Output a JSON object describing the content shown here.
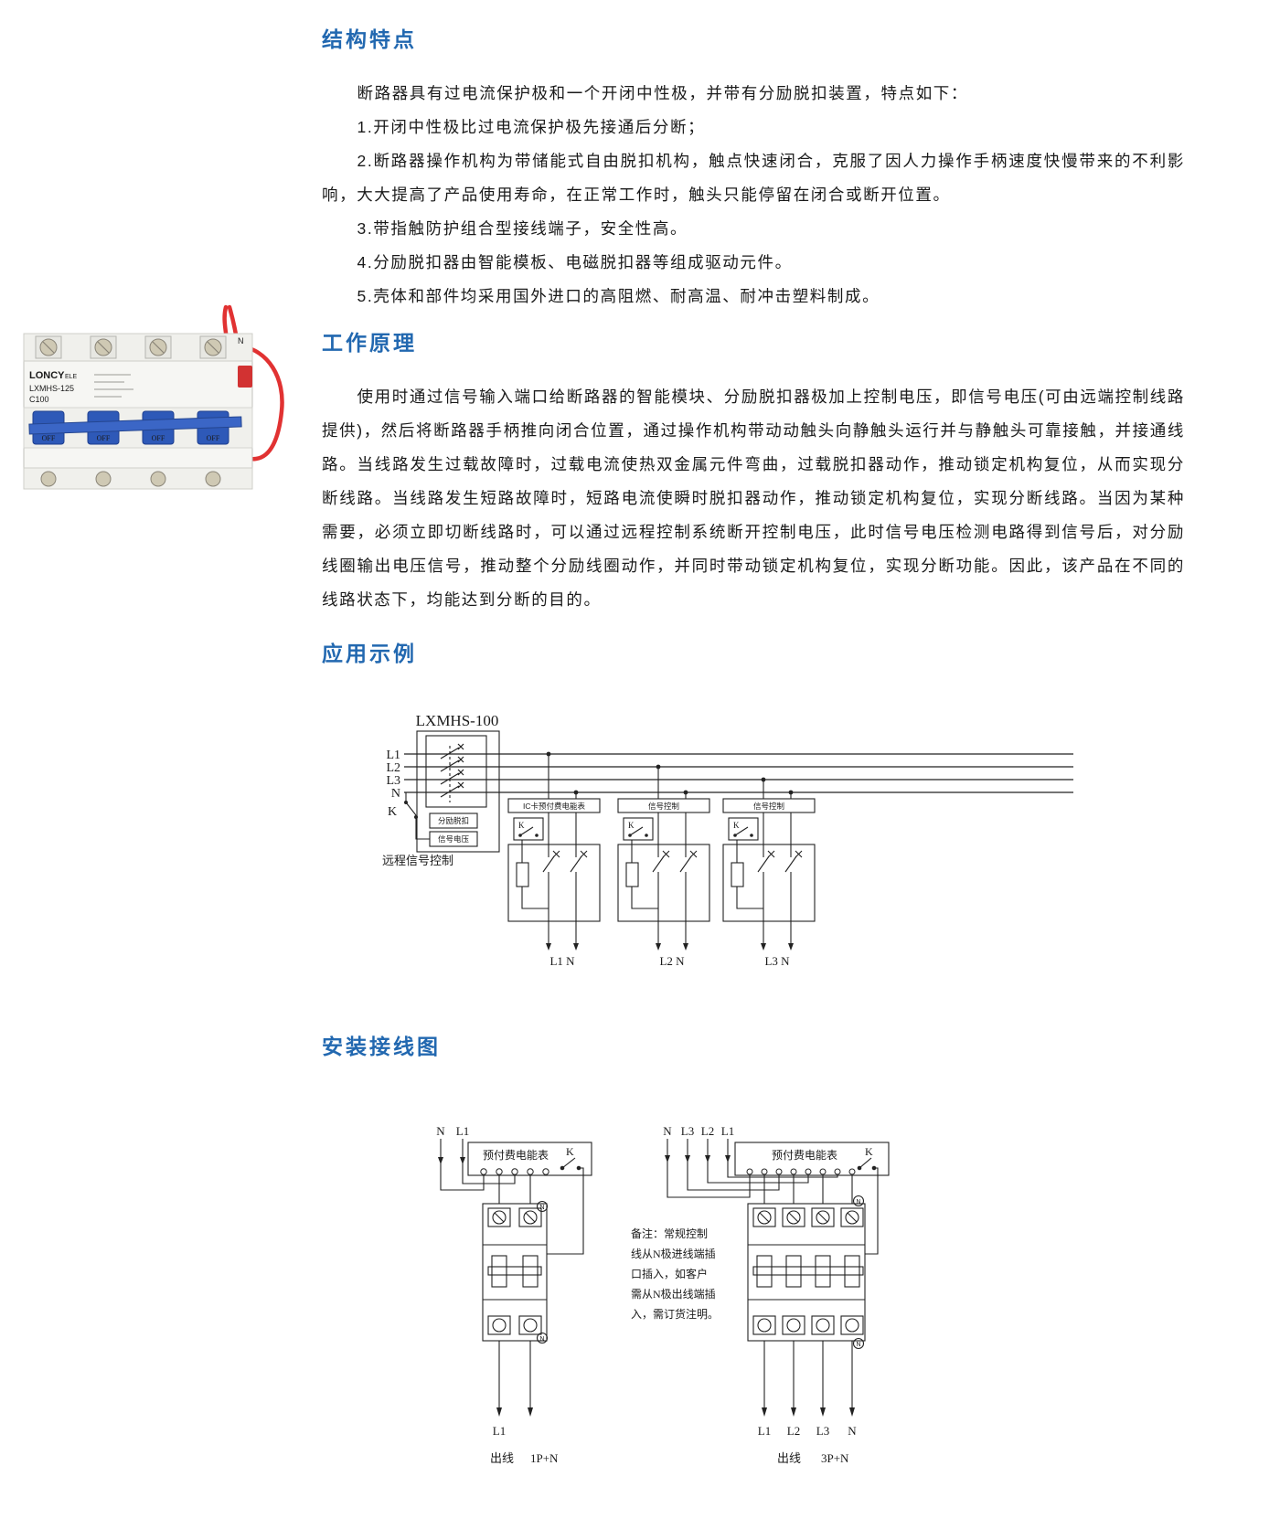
{
  "page": {
    "bg": "#ffffff",
    "accent": "#2268b0",
    "text_color": "#1a1a1a"
  },
  "photo": {
    "brand": "LONCY",
    "brand_sub": "ELE",
    "model": "LXMHS-125",
    "spec": "C100",
    "pole_mark": "N",
    "handle_label": "OFF"
  },
  "features": {
    "title": "结构特点",
    "intro": "断路器具有过电流保护极和一个开闭中性极，并带有分励脱扣装置，特点如下：",
    "items": [
      "1.开闭中性极比过电流保护极先接通后分断；",
      "2.断路器操作机构为带储能式自由脱扣机构，触点快速闭合，克服了因人力操作手柄速度快慢带来的不利影响，大大提高了产品使用寿命，在正常工作时，触头只能停留在闭合或断开位置。",
      "3.带指触防护组合型接线端子，安全性高。",
      "4.分励脱扣器由智能模板、电磁脱扣器等组成驱动元件。",
      "5.壳体和部件均采用国外进口的高阻燃、耐高温、耐冲击塑料制成。"
    ]
  },
  "principle": {
    "title": "工作原理",
    "body": "使用时通过信号输入端口给断路器的智能模块、分励脱扣器极加上控制电压，即信号电压(可由远端控制线路提供)，然后将断路器手柄推向闭合位置，通过操作机构带动动触头向静触头运行并与静触头可靠接触，并接通线路。当线路发生过载故障时，过载电流使热双金属元件弯曲，过载脱扣器动作，推动锁定机构复位，从而实现分断线路。当线路发生短路故障时，短路电流使瞬时脱扣器动作，推动锁定机构复位，实现分断线路。当因为某种需要，必须立即切断线路时，可以通过远程控制系统断开控制电压，此时信号电压检测电路得到信号后，对分励线圈输出电压信号，推动整个分励线圈动作，并同时带动锁定机构复位，实现分断功能。因此，该产品在不同的线路状态下，均能达到分断的目的。"
  },
  "application": {
    "title": "应用示例",
    "model": "LXMHS-100",
    "phases": [
      "L1",
      "L2",
      "L3",
      "N"
    ],
    "k": "K",
    "remote": "远程信号控制",
    "module_labels": [
      "分励脱扣",
      "信号电压"
    ],
    "branches": [
      {
        "label": "IC卡预付费电能表",
        "k": "K",
        "output": "L1 N"
      },
      {
        "label": "信号控制",
        "k": "K",
        "output": "L2 N"
      },
      {
        "label": "信号控制",
        "k": "K",
        "output": "L3 N"
      }
    ]
  },
  "installation": {
    "title": "安装接线图",
    "left": {
      "inputs": [
        "N",
        "L1"
      ],
      "meter": "预付费电能表",
      "k": "K",
      "pole_mark": "N",
      "outputs": [
        "L1"
      ],
      "caption_left": "出线",
      "caption_right": "1P+N"
    },
    "right": {
      "inputs": [
        "N",
        "L3",
        "L2",
        "L1"
      ],
      "meter": "预付费电能表",
      "k": "K",
      "pole_mark": "N",
      "note": [
        "备注：常规控制",
        "线从N极进线端插",
        "口插入，如客户",
        "需从N极出线端插",
        "入，需订货注明。"
      ],
      "outputs": [
        "L1",
        "L2",
        "L3",
        "N"
      ],
      "caption_left": "出线",
      "caption_right": "3P+N"
    }
  }
}
